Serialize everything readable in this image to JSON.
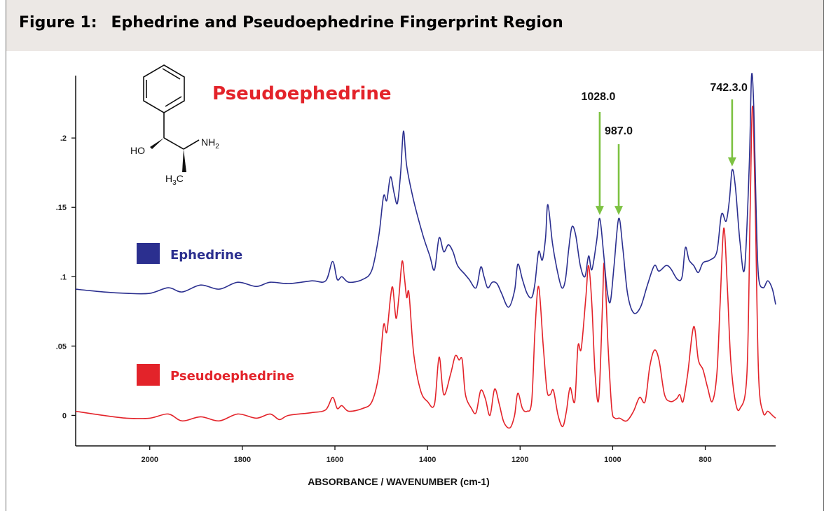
{
  "figure": {
    "number_label": "Figure 1:",
    "title": "Ephedrine and Pseudoephedrine Fingerprint Region"
  },
  "structure": {
    "title": "Pseudoephedrine",
    "labels": {
      "ho": "HO",
      "nh": "NH",
      "nh_sub": "2",
      "h3c_h": "H",
      "h3c_sub": "3",
      "h3c_c": "C"
    }
  },
  "colors": {
    "ephedrine": "#2b2f8f",
    "pseudoephedrine": "#e3232a",
    "arrow": "#7dc242",
    "header_bg": "#ece8e5"
  },
  "chart_data": {
    "type": "line",
    "xlabel": "ABSORBANCE / WAVENUMBER (cm-1)",
    "ylabel": "",
    "xlim": [
      2160,
      648
    ],
    "ylim": [
      -0.022,
      0.245
    ],
    "x_ticks": [
      {
        "value": 2000,
        "label": "2000"
      },
      {
        "value": 1800,
        "label": "1800"
      },
      {
        "value": 1600,
        "label": "1600"
      },
      {
        "value": 1400,
        "label": "1400"
      },
      {
        "value": 1200,
        "label": "1200"
      },
      {
        "value": 1000,
        "label": "1000"
      },
      {
        "value": 800,
        "label": "800"
      }
    ],
    "y_ticks": [
      {
        "value": 0.2,
        "label": ".2"
      },
      {
        "value": 0.15,
        "label": ".15"
      },
      {
        "value": 0.1,
        "label": ".1"
      },
      {
        "value": 0.05,
        "label": ".05"
      },
      {
        "value": 0,
        "label": "0"
      }
    ],
    "series": [
      {
        "name": "Ephedrine",
        "points": [
          [
            2160,
            0.091
          ],
          [
            2100,
            0.089
          ],
          [
            2050,
            0.088
          ],
          [
            2000,
            0.088
          ],
          [
            1960,
            0.092
          ],
          [
            1930,
            0.089
          ],
          [
            1890,
            0.094
          ],
          [
            1850,
            0.091
          ],
          [
            1810,
            0.096
          ],
          [
            1770,
            0.093
          ],
          [
            1740,
            0.096
          ],
          [
            1700,
            0.095
          ],
          [
            1650,
            0.097
          ],
          [
            1620,
            0.097
          ],
          [
            1605,
            0.111
          ],
          [
            1595,
            0.098
          ],
          [
            1585,
            0.1
          ],
          [
            1570,
            0.096
          ],
          [
            1540,
            0.098
          ],
          [
            1520,
            0.105
          ],
          [
            1505,
            0.13
          ],
          [
            1495,
            0.158
          ],
          [
            1488,
            0.155
          ],
          [
            1480,
            0.172
          ],
          [
            1472,
            0.16
          ],
          [
            1465,
            0.153
          ],
          [
            1458,
            0.175
          ],
          [
            1452,
            0.205
          ],
          [
            1445,
            0.18
          ],
          [
            1430,
            0.155
          ],
          [
            1410,
            0.13
          ],
          [
            1395,
            0.115
          ],
          [
            1385,
            0.105
          ],
          [
            1375,
            0.128
          ],
          [
            1365,
            0.118
          ],
          [
            1355,
            0.123
          ],
          [
            1345,
            0.118
          ],
          [
            1335,
            0.108
          ],
          [
            1320,
            0.102
          ],
          [
            1310,
            0.098
          ],
          [
            1295,
            0.092
          ],
          [
            1285,
            0.107
          ],
          [
            1278,
            0.1
          ],
          [
            1270,
            0.092
          ],
          [
            1260,
            0.096
          ],
          [
            1250,
            0.095
          ],
          [
            1240,
            0.088
          ],
          [
            1225,
            0.078
          ],
          [
            1212,
            0.09
          ],
          [
            1205,
            0.109
          ],
          [
            1195,
            0.098
          ],
          [
            1185,
            0.088
          ],
          [
            1175,
            0.085
          ],
          [
            1168,
            0.095
          ],
          [
            1160,
            0.118
          ],
          [
            1152,
            0.112
          ],
          [
            1145,
            0.128
          ],
          [
            1140,
            0.152
          ],
          [
            1130,
            0.124
          ],
          [
            1120,
            0.105
          ],
          [
            1110,
            0.092
          ],
          [
            1102,
            0.098
          ],
          [
            1095,
            0.12
          ],
          [
            1088,
            0.136
          ],
          [
            1080,
            0.13
          ],
          [
            1070,
            0.108
          ],
          [
            1060,
            0.1
          ],
          [
            1052,
            0.115
          ],
          [
            1045,
            0.105
          ],
          [
            1035,
            0.125
          ],
          [
            1028,
            0.142
          ],
          [
            1020,
            0.118
          ],
          [
            1012,
            0.09
          ],
          [
            1005,
            0.082
          ],
          [
            997,
            0.108
          ],
          [
            987,
            0.142
          ],
          [
            978,
            0.12
          ],
          [
            968,
            0.088
          ],
          [
            955,
            0.074
          ],
          [
            940,
            0.078
          ],
          [
            925,
            0.094
          ],
          [
            910,
            0.108
          ],
          [
            900,
            0.104
          ],
          [
            885,
            0.108
          ],
          [
            875,
            0.106
          ],
          [
            860,
            0.098
          ],
          [
            850,
            0.1
          ],
          [
            843,
            0.121
          ],
          [
            835,
            0.112
          ],
          [
            825,
            0.108
          ],
          [
            815,
            0.103
          ],
          [
            805,
            0.11
          ],
          [
            790,
            0.112
          ],
          [
            775,
            0.118
          ],
          [
            765,
            0.145
          ],
          [
            755,
            0.14
          ],
          [
            748,
            0.155
          ],
          [
            742,
            0.177
          ],
          [
            735,
            0.165
          ],
          [
            725,
            0.125
          ],
          [
            715,
            0.106
          ],
          [
            705,
            0.18
          ],
          [
            700,
            0.245
          ],
          [
            695,
            0.22
          ],
          [
            690,
            0.145
          ],
          [
            685,
            0.1
          ],
          [
            675,
            0.092
          ],
          [
            665,
            0.097
          ],
          [
            655,
            0.091
          ],
          [
            648,
            0.08
          ]
        ]
      },
      {
        "name": "Pseudoephedrine",
        "points": [
          [
            2160,
            0.003
          ],
          [
            2100,
            0.0
          ],
          [
            2050,
            -0.002
          ],
          [
            2000,
            -0.002
          ],
          [
            1960,
            0.001
          ],
          [
            1930,
            -0.004
          ],
          [
            1890,
            -0.001
          ],
          [
            1850,
            -0.004
          ],
          [
            1810,
            0.001
          ],
          [
            1770,
            -0.002
          ],
          [
            1740,
            0.001
          ],
          [
            1720,
            -0.003
          ],
          [
            1700,
            0.0
          ],
          [
            1650,
            0.002
          ],
          [
            1620,
            0.004
          ],
          [
            1605,
            0.013
          ],
          [
            1595,
            0.005
          ],
          [
            1585,
            0.007
          ],
          [
            1570,
            0.003
          ],
          [
            1540,
            0.005
          ],
          [
            1520,
            0.01
          ],
          [
            1505,
            0.03
          ],
          [
            1495,
            0.065
          ],
          [
            1488,
            0.06
          ],
          [
            1480,
            0.085
          ],
          [
            1475,
            0.092
          ],
          [
            1468,
            0.07
          ],
          [
            1462,
            0.085
          ],
          [
            1455,
            0.111
          ],
          [
            1450,
            0.1
          ],
          [
            1445,
            0.085
          ],
          [
            1440,
            0.088
          ],
          [
            1430,
            0.045
          ],
          [
            1415,
            0.018
          ],
          [
            1400,
            0.01
          ],
          [
            1385,
            0.008
          ],
          [
            1375,
            0.042
          ],
          [
            1365,
            0.015
          ],
          [
            1350,
            0.03
          ],
          [
            1340,
            0.043
          ],
          [
            1332,
            0.04
          ],
          [
            1325,
            0.04
          ],
          [
            1318,
            0.015
          ],
          [
            1305,
            0.005
          ],
          [
            1295,
            0.002
          ],
          [
            1285,
            0.018
          ],
          [
            1275,
            0.012
          ],
          [
            1265,
            0.0
          ],
          [
            1255,
            0.019
          ],
          [
            1245,
            0.008
          ],
          [
            1235,
            -0.005
          ],
          [
            1222,
            -0.009
          ],
          [
            1212,
            0.0
          ],
          [
            1205,
            0.016
          ],
          [
            1195,
            0.005
          ],
          [
            1185,
            0.003
          ],
          [
            1175,
            0.01
          ],
          [
            1168,
            0.06
          ],
          [
            1160,
            0.093
          ],
          [
            1150,
            0.05
          ],
          [
            1142,
            0.018
          ],
          [
            1135,
            0.015
          ],
          [
            1128,
            0.018
          ],
          [
            1118,
            0.0
          ],
          [
            1108,
            -0.008
          ],
          [
            1100,
            0.003
          ],
          [
            1092,
            0.02
          ],
          [
            1082,
            0.01
          ],
          [
            1075,
            0.05
          ],
          [
            1068,
            0.048
          ],
          [
            1058,
            0.085
          ],
          [
            1052,
            0.108
          ],
          [
            1045,
            0.08
          ],
          [
            1038,
            0.03
          ],
          [
            1030,
            0.012
          ],
          [
            1022,
            0.08
          ],
          [
            1018,
            0.109
          ],
          [
            1010,
            0.05
          ],
          [
            1002,
            0.005
          ],
          [
            995,
            -0.002
          ],
          [
            985,
            -0.002
          ],
          [
            970,
            -0.004
          ],
          [
            955,
            0.003
          ],
          [
            942,
            0.013
          ],
          [
            930,
            0.01
          ],
          [
            920,
            0.035
          ],
          [
            910,
            0.047
          ],
          [
            900,
            0.04
          ],
          [
            888,
            0.015
          ],
          [
            875,
            0.01
          ],
          [
            862,
            0.012
          ],
          [
            855,
            0.015
          ],
          [
            848,
            0.01
          ],
          [
            838,
            0.03
          ],
          [
            825,
            0.064
          ],
          [
            815,
            0.04
          ],
          [
            805,
            0.033
          ],
          [
            795,
            0.02
          ],
          [
            785,
            0.01
          ],
          [
            775,
            0.03
          ],
          [
            768,
            0.08
          ],
          [
            760,
            0.135
          ],
          [
            752,
            0.09
          ],
          [
            745,
            0.04
          ],
          [
            735,
            0.01
          ],
          [
            725,
            0.005
          ],
          [
            710,
            0.03
          ],
          [
            703,
            0.15
          ],
          [
            698,
            0.223
          ],
          [
            692,
            0.15
          ],
          [
            685,
            0.03
          ],
          [
            675,
            0.002
          ],
          [
            665,
            0.003
          ],
          [
            655,
            0.0
          ],
          [
            648,
            -0.002
          ]
        ]
      }
    ],
    "legend": [
      {
        "label": "Ephedrine",
        "color": "#2b2f8f"
      },
      {
        "label": "Pseudoephedrine",
        "color": "#e3232a"
      }
    ],
    "annotations": [
      {
        "label": "1028.0",
        "x": 1028,
        "y": 0.142
      },
      {
        "label": "987.0",
        "x": 987,
        "y": 0.142
      },
      {
        "label": "742.3.0",
        "x": 742,
        "y": 0.177
      }
    ]
  }
}
